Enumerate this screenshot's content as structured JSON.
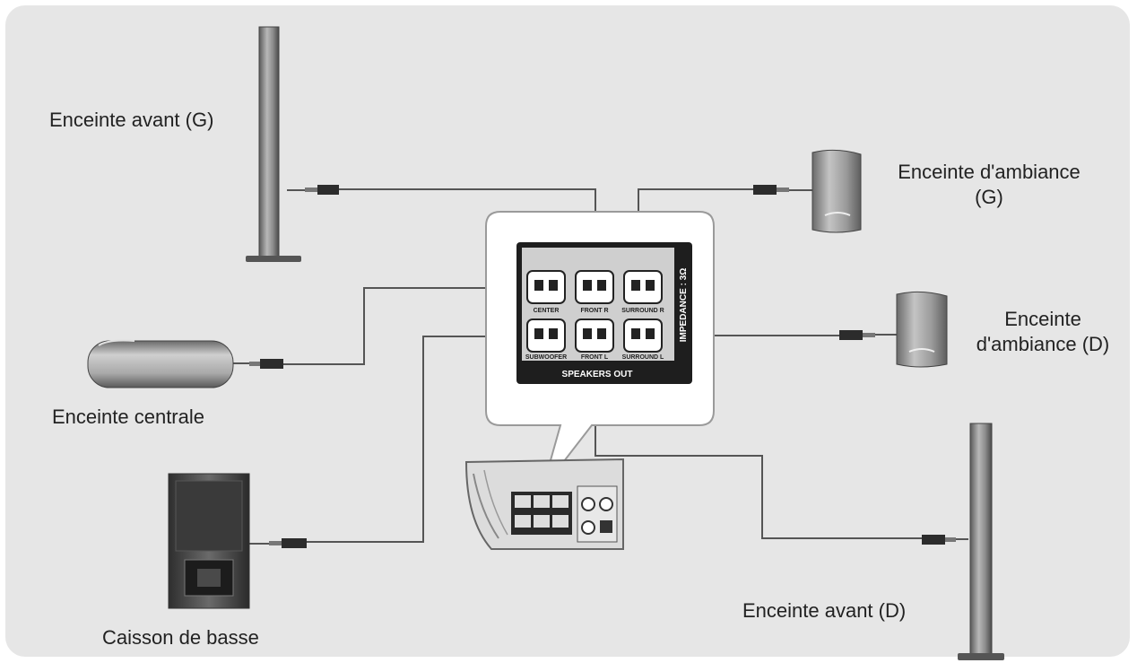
{
  "labels": {
    "front_left": "Enceinte avant (G)",
    "surround_left_line1": "Enceinte d'ambiance",
    "surround_left_line2": "(G)",
    "surround_right_line1": "Enceinte",
    "surround_right_line2": "d'ambiance (D)",
    "center": "Enceinte centrale",
    "subwoofer": "Caisson de basse",
    "front_right": "Enceinte avant (D)"
  },
  "panel": {
    "title": "SPEAKERS OUT",
    "impedance": "IMPEDANCE : 3Ω",
    "terminals": {
      "center": "CENTER",
      "front_r": "FRONT R",
      "surround_r": "SURROUND R",
      "subwoofer": "SUBWOOFER",
      "front_l": "FRONT L",
      "surround_l": "SURROUND L"
    }
  },
  "colors": {
    "background": "#e6e6e6",
    "panel_dark": "#1e1e1e",
    "speaker_gray": "#8a8a8a",
    "wire": "#555555"
  }
}
